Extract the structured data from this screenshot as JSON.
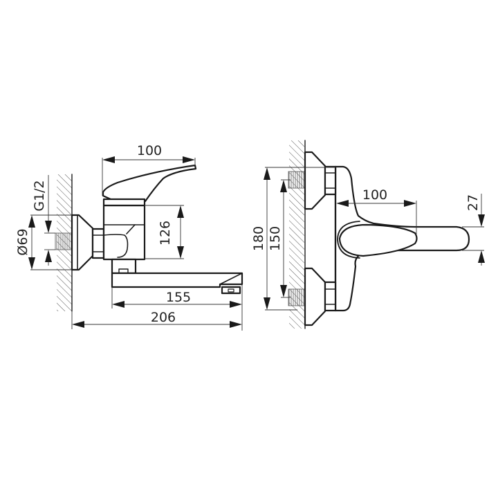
{
  "drawing": {
    "subject": "Wall-mounted single-lever faucet technical drawing",
    "units": "mm",
    "side_view": {
      "dimensions": {
        "lever_reach": "100",
        "body_height": "126",
        "spout_length": "155",
        "total_projection": "206",
        "escutcheon_diameter": "Ø69",
        "thread_size": "G1/2"
      }
    },
    "front_view": {
      "dimensions": {
        "max_spacing": "180",
        "connection_spacing": "150",
        "lever_length": "100",
        "lever_width": "27"
      }
    },
    "colors": {
      "line": "#1a1a1a",
      "background": "#ffffff"
    }
  }
}
